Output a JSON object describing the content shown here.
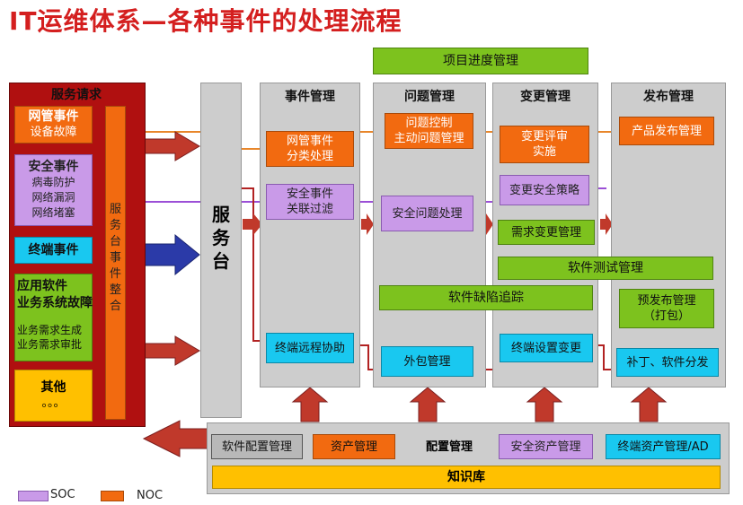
{
  "title": "IT运维体系—各种事件的处理流程",
  "top_bar": "项目进度管理",
  "service_request": {
    "header": "服务请求",
    "network": {
      "title": "网管事件",
      "sub": "设备故障"
    },
    "security": {
      "title": "安全事件",
      "sub": [
        "病毒防护",
        "网络漏洞",
        "网络堵塞"
      ]
    },
    "terminal": "终端事件",
    "app": {
      "title": "应用软件\n业务系统故障",
      "sub": "业务需求生成\n业务需求审批"
    },
    "other": {
      "title": "其他",
      "dots": "。。。"
    },
    "integration": "服务台事件整合"
  },
  "service_desk": "服务台",
  "columns": {
    "incident": {
      "header": "事件管理",
      "items": [
        "网管事件\n分类处理",
        "安全事件\n关联过滤",
        "终端远程协助"
      ]
    },
    "problem": {
      "header": "问题管理",
      "items": [
        "问题控制\n主动问题管理",
        "安全问题处理",
        "外包管理"
      ]
    },
    "change": {
      "header": "变更管理",
      "items": [
        "变更评审\n实施",
        "变更安全策略",
        "需求变更管理",
        "终端设置变更"
      ]
    },
    "release": {
      "header": "发布管理",
      "items": [
        "产品发布管理",
        "预发布管理\n（打包）",
        "补丁、软件分发"
      ]
    }
  },
  "software_test": "软件测试管理",
  "defect_tracking": "软件缺陷追踪",
  "config": {
    "items": [
      "软件配置管理",
      "资产管理",
      "配置管理",
      "安全资产管理",
      "终端资产管理/AD"
    ],
    "knowledge": "知识库"
  },
  "legend": {
    "soc": "SOC",
    "noc": "NOC"
  },
  "colors": {
    "title": "#d41f1f",
    "orange": "#f26a10",
    "purple": "#c99ae8",
    "cyan": "#19c8f0",
    "green": "#7dc21e",
    "knowledge": "#ffc000",
    "arrow": "#c0392b",
    "blue_arrow": "#2b3aa8"
  }
}
